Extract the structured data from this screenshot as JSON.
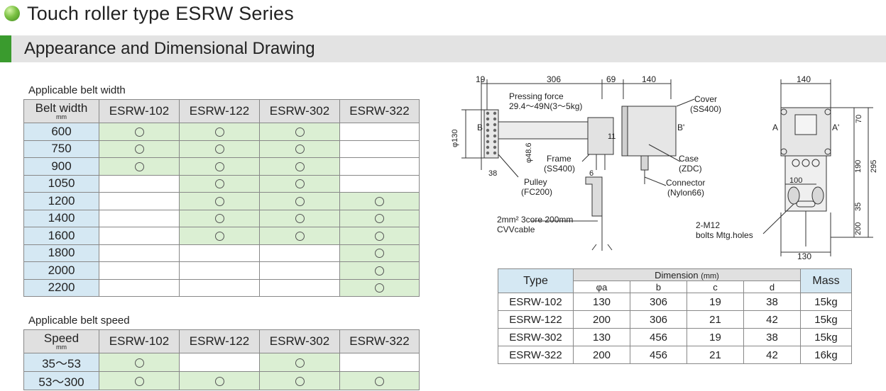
{
  "page": {
    "title": "Touch roller type ESRW Series",
    "section_title": "Appearance and Dimensional Drawing"
  },
  "belt_width": {
    "caption": "Applicable belt width",
    "row_header": "Belt width",
    "row_header_unit": "mm",
    "models": [
      "ESRW-102",
      "ESRW-122",
      "ESRW-302",
      "ESRW-322"
    ],
    "rows": [
      {
        "label": "600",
        "marks": [
          true,
          true,
          true,
          false
        ]
      },
      {
        "label": "750",
        "marks": [
          true,
          true,
          true,
          false
        ]
      },
      {
        "label": "900",
        "marks": [
          true,
          true,
          true,
          false
        ]
      },
      {
        "label": "1050",
        "marks": [
          false,
          true,
          true,
          false
        ]
      },
      {
        "label": "1200",
        "marks": [
          false,
          true,
          true,
          true
        ]
      },
      {
        "label": "1400",
        "marks": [
          false,
          true,
          true,
          true
        ]
      },
      {
        "label": "1600",
        "marks": [
          false,
          true,
          true,
          true
        ]
      },
      {
        "label": "1800",
        "marks": [
          false,
          false,
          false,
          true
        ]
      },
      {
        "label": "2000",
        "marks": [
          false,
          false,
          false,
          true
        ]
      },
      {
        "label": "2200",
        "marks": [
          false,
          false,
          false,
          true
        ]
      }
    ]
  },
  "belt_speed": {
    "caption": "Applicable belt speed",
    "row_header": "Speed",
    "row_header_unit": "mm",
    "models": [
      "ESRW-102",
      "ESRW-122",
      "ESRW-302",
      "ESRW-322"
    ],
    "rows": [
      {
        "label": "35～53",
        "marks": [
          true,
          false,
          true,
          false
        ]
      },
      {
        "label": "53～300",
        "marks": [
          true,
          true,
          true,
          true
        ]
      }
    ]
  },
  "dimension_table": {
    "type_header": "Type",
    "dimension_header": "Dimension",
    "dimension_unit": "(mm)",
    "mass_header": "Mass",
    "columns": [
      "φa",
      "b",
      "c",
      "d"
    ],
    "rows": [
      {
        "type": "ESRW-102",
        "a": "130",
        "b": "306",
        "c": "19",
        "d": "38",
        "mass": "15kg"
      },
      {
        "type": "ESRW-122",
        "a": "200",
        "b": "306",
        "c": "21",
        "d": "42",
        "mass": "15kg"
      },
      {
        "type": "ESRW-302",
        "a": "130",
        "b": "456",
        "c": "19",
        "d": "38",
        "mass": "15kg"
      },
      {
        "type": "ESRW-322",
        "a": "200",
        "b": "456",
        "c": "21",
        "d": "42",
        "mass": "16kg"
      }
    ]
  },
  "drawing": {
    "dims_top": [
      "19",
      "306",
      "69",
      "140"
    ],
    "pressing_force_label": "Pressing force",
    "pressing_force_value": "29.4～49N(3～5kg)",
    "phi130": "φ130",
    "phi48": "φ48.6",
    "dim_11": "11",
    "dim_6": "6",
    "dim_38": "38",
    "mark_b": "B",
    "mark_b2": "B'",
    "cover_label": "Cover",
    "cover_material": "(SS400)",
    "frame_label": "Frame",
    "frame_material": "(SS400)",
    "case_label": "Case",
    "case_material": "(ZDC)",
    "pulley_label": "Pulley",
    "pulley_material": "(FC200)",
    "connector_label": "Connector",
    "connector_material": "(Nylon66)",
    "cable_line1": "2mm² 3core 200mm",
    "cable_line2": "CVVcable",
    "side_width_top": "140",
    "mark_a": "A",
    "mark_a2": "A'",
    "dim_70": "70",
    "dim_190": "190",
    "dim_295": "295",
    "dim_100": "100",
    "dim_35": "35",
    "dim_200": "200",
    "dim_130_bottom": "130",
    "bolts_line1": "2-M12",
    "bolts_line2": "bolts Mtg.holes"
  },
  "colors": {
    "accent_green": "#3a9b2e",
    "mark_cell": "#dbefd3",
    "side_cell": "#d5e8f3",
    "header_cell": "#e0e0e0"
  }
}
